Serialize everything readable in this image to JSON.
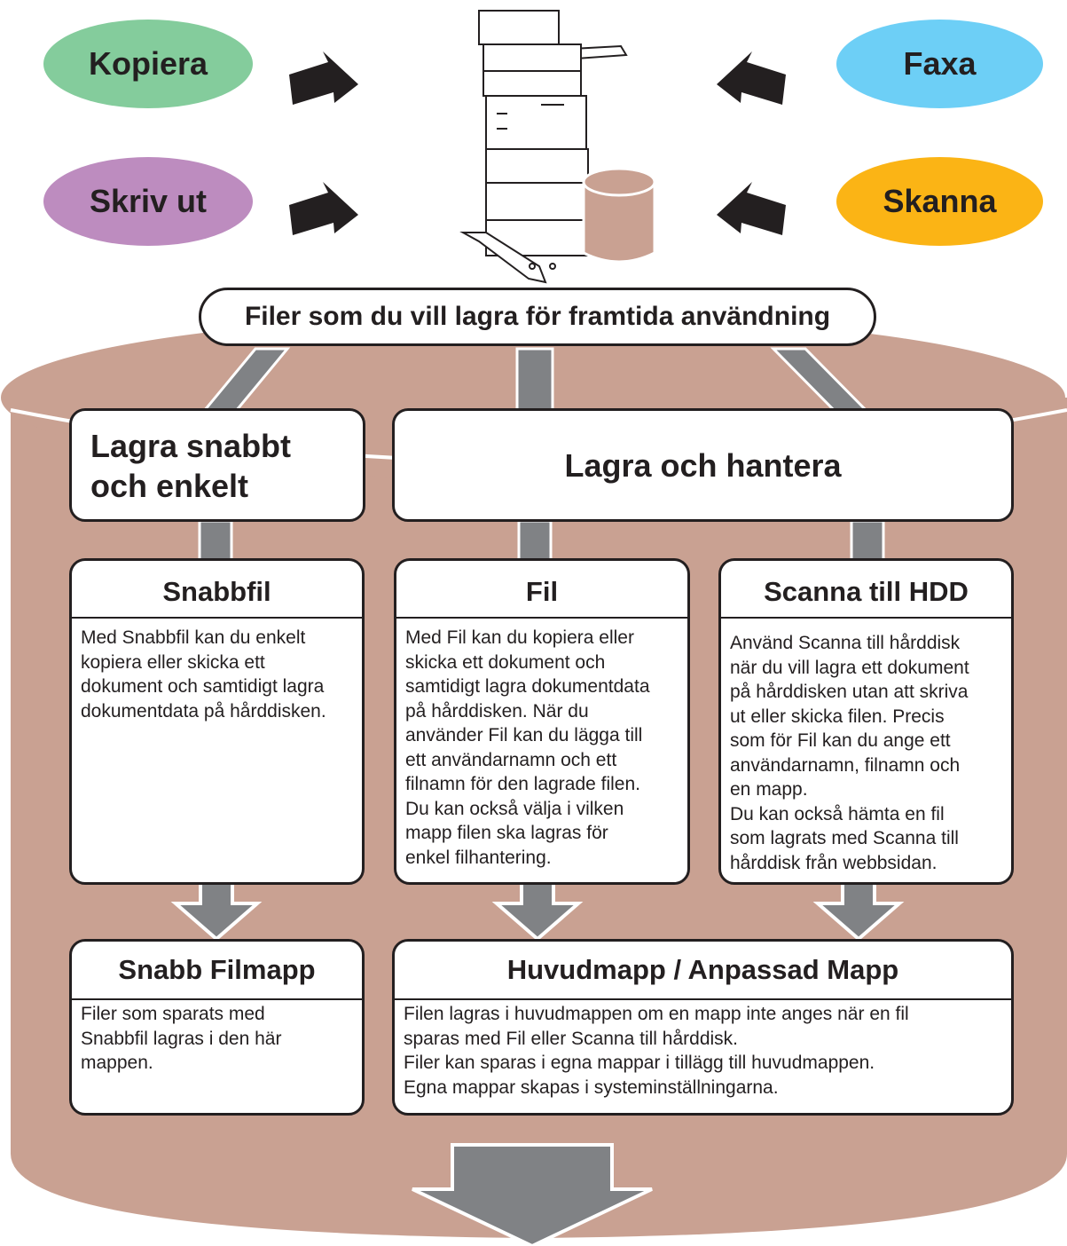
{
  "inputs": {
    "copy": "Kopiera",
    "fax": "Faxa",
    "print": "Skriv ut",
    "scan": "Skanna"
  },
  "banner": "Filer som du vill lagra för framtida användning",
  "categories": {
    "quick": "Lagra snabbt\noch enkelt",
    "manage": "Lagra och hantera"
  },
  "features": {
    "quick_file": {
      "title": "Snabbfil",
      "text": "Med Snabbfil kan du enkelt\nkopiera eller skicka ett\ndokument och samtidigt lagra\ndokumentdata på hårddisken."
    },
    "file": {
      "title": "Fil",
      "text": "Med Fil kan du kopiera eller\nskicka ett dokument och\nsamtidigt lagra dokumentdata\npå hårddisken. När du\nanvänder Fil kan du lägga till\nett användarnamn och ett\nfilnamn för den lagrade filen.\nDu kan också välja i vilken\nmapp filen ska lagras för\nenkel filhantering."
    },
    "scan_hdd": {
      "title": "Scanna till HDD",
      "text": "Använd Scanna till hårddisk\nnär du vill lagra ett dokument\npå hårddisken utan att skriva\nut eller skicka filen. Precis\nsom för Fil kan du ange ett\nanvändarnamn, filnamn och\nen mapp.\nDu kan också hämta en fil\nsom lagrats med Scanna till\nhårddisk från webbsidan."
    }
  },
  "folders": {
    "quick_folder": {
      "title": "Snabb Filmapp",
      "text": "Filer som sparats med\nSnabbfil lagras i den här\nmappen."
    },
    "main_custom": {
      "title": "Huvudmapp / Anpassad Mapp",
      "text": "Filen lagras i huvudmappen om en mapp inte anges när en fil\nsparas med Fil eller Scanna till hårddisk.\nFiler kan sparas i egna mappar i tillägg till huvudmappen.\nEgna mappar skapas i systeminställningarna."
    }
  },
  "colors": {
    "copy": "#84cc9c",
    "fax": "#6dcff6",
    "print": "#bd8cbf",
    "scan": "#fbb415",
    "storage": "#c9a192",
    "arrow": "#808285",
    "outline": "#231f20"
  }
}
